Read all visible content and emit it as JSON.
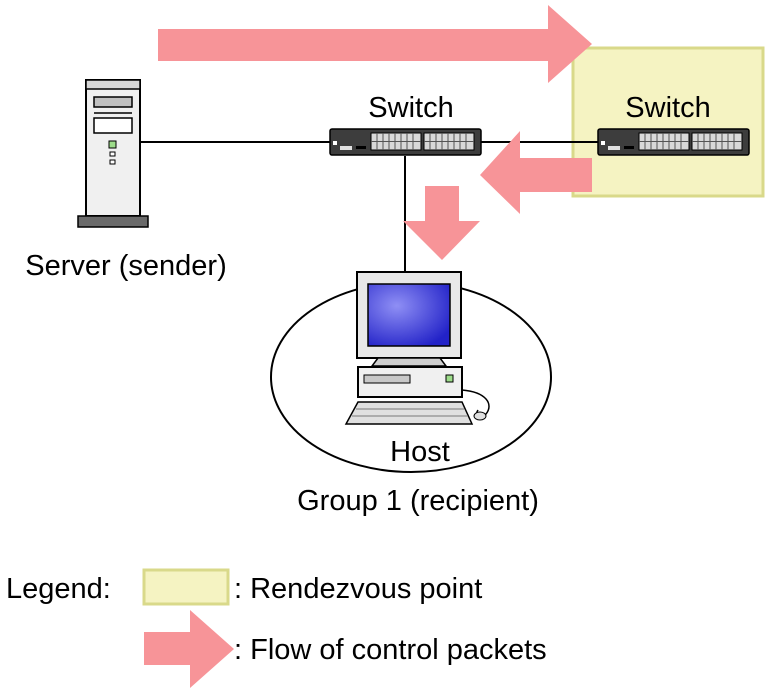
{
  "labels": {
    "switch_left": "Switch",
    "switch_right": "Switch",
    "server": "Server (sender)",
    "host": "Host",
    "group": "Group 1 (recipient)"
  },
  "legend": {
    "title": "Legend:",
    "rendezvous": ": Rendezvous point",
    "flow": ": Flow of control packets"
  },
  "colors": {
    "arrow": "#f79498",
    "rendezvous_fill": "#f5f3c2",
    "rendezvous_border": "#d9d98a",
    "monitor_screen": "#3a3adf"
  },
  "icons": {
    "server": "tower-server-icon",
    "switch": "network-switch-icon",
    "host": "desktop-pc-icon",
    "arrow": "flow-arrow-icon"
  }
}
